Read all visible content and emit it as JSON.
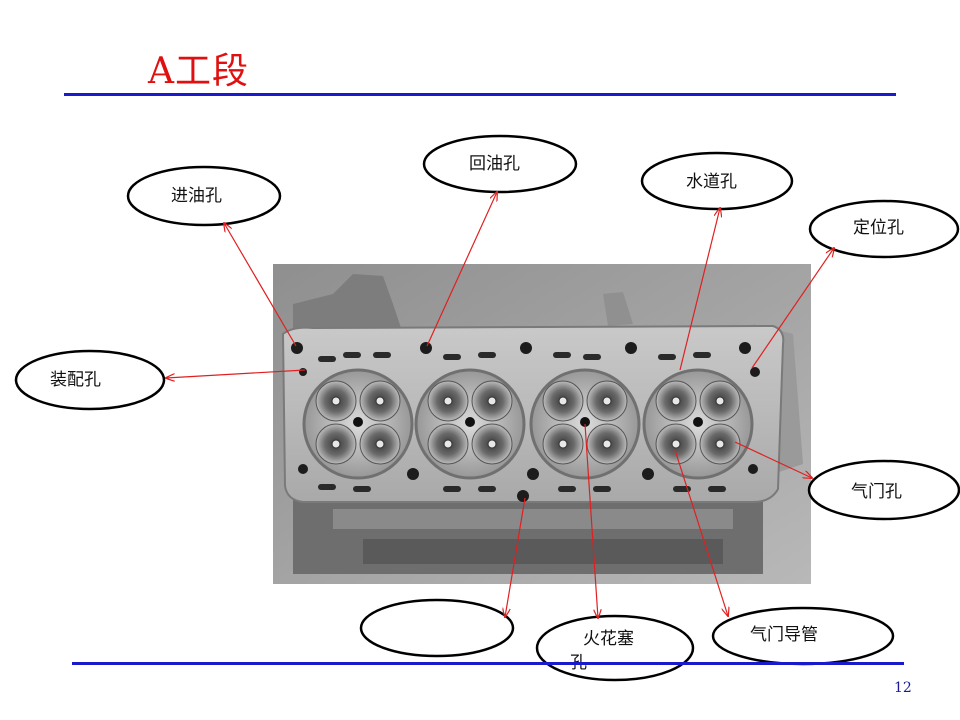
{
  "slide": {
    "title": "A工段",
    "page_number": "12"
  },
  "callouts": {
    "inlet_oil_hole": "进油孔",
    "return_oil_hole": "回油孔",
    "water_channel_hole": "水道孔",
    "locating_hole": "定位孔",
    "assembly_hole": "装配孔",
    "valve_hole": "气门孔",
    "spark_plug_hole_line1": "火花塞",
    "spark_plug_hole_line2": "孔",
    "valve_guide": "气门导管",
    "blank": ""
  },
  "colors": {
    "title": "#e01010",
    "rule": "#1a1acc",
    "arrow": "#e02020",
    "ellipse_stroke": "#000000"
  }
}
